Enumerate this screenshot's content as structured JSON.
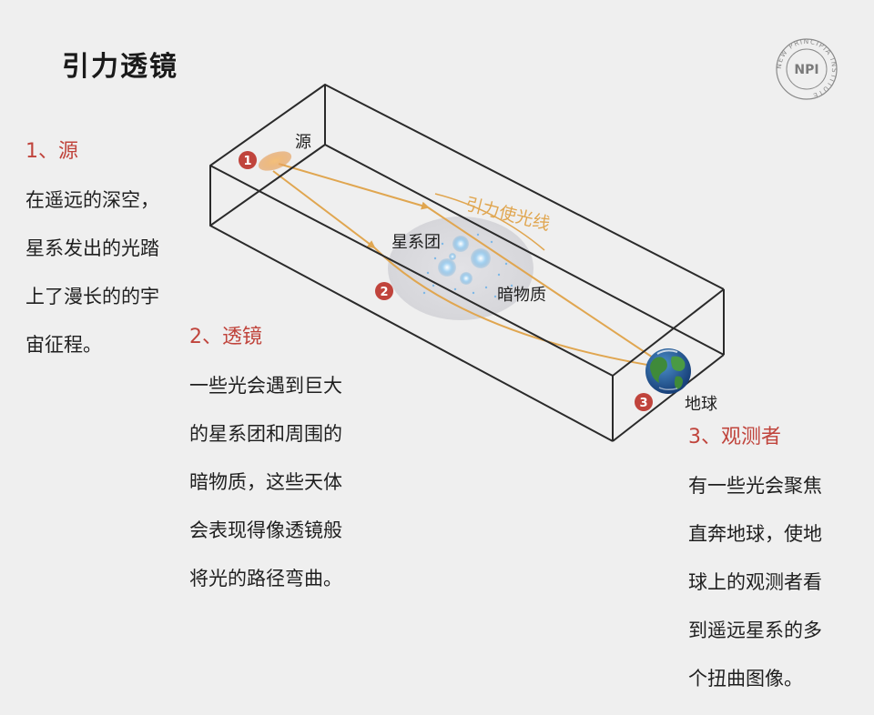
{
  "title": "引力透镜",
  "logo_text": "NPI",
  "logo_ring_text": "NEW PRINCIPIA INSTITUTE",
  "labels": {
    "source": "源",
    "cluster": "星系团",
    "dark_matter": "暗物质",
    "earth": "地球",
    "bent_light": "引力使光线"
  },
  "markers": [
    "1",
    "2",
    "3"
  ],
  "blocks": [
    {
      "heading": "1、源",
      "lines": [
        "在遥远的深空，",
        "星系发出的光踏",
        "上了漫长的的宇",
        "宙征程。"
      ]
    },
    {
      "heading": "2、透镜",
      "lines": [
        "一些光会遇到巨大",
        "的星系团和周围的",
        "暗物质，这些天体",
        "会表现得像透镜般",
        "将光的路径弯曲。"
      ]
    },
    {
      "heading": "3、观测者",
      "lines": [
        "有一些光会聚焦",
        "直奔地球，使地",
        "球上的观测者看",
        "到遥远星系的多",
        "个扭曲图像。"
      ]
    }
  ],
  "colors": {
    "accent_red": "#c0443c",
    "light_path": "#e0a650",
    "box_line": "#2a2a2a",
    "background": "#efefef"
  }
}
